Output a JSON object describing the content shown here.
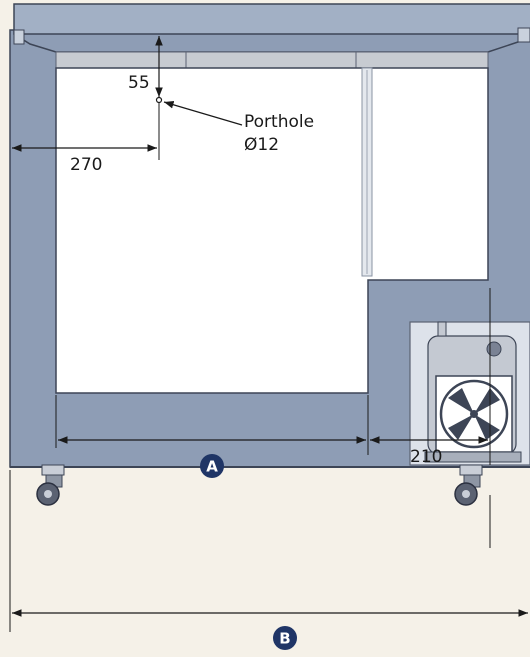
{
  "dimensions": {
    "top_offset": "55",
    "left_offset": "270",
    "compressor_width": "210"
  },
  "porthole": {
    "label": "Porthole",
    "size": "Ø12"
  },
  "badges": {
    "a": "A",
    "b": "B"
  },
  "colors": {
    "background": "#f5f1e8",
    "cabinet": "#8e9db5",
    "interior": "#ffffff",
    "badge": "#1f3566",
    "dimension_line": "#1a1a1a"
  }
}
